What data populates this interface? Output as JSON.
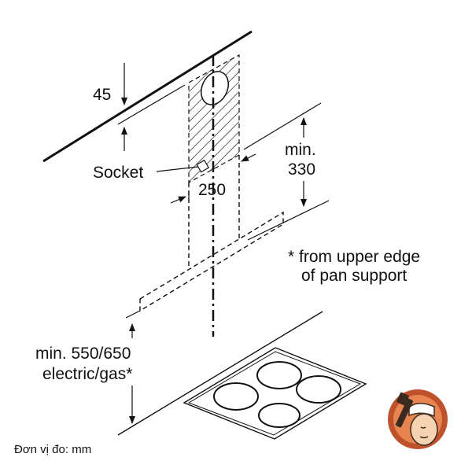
{
  "labels": {
    "dim_45": "45",
    "socket": "Socket",
    "dim_250": "250",
    "min_330_line1": "min.",
    "min_330_line2": "330",
    "footnote_line1": "* from upper edge",
    "footnote_line2": "of pan support",
    "min_550_line1": "min. 550/650",
    "min_550_line2": "electric/gas*"
  },
  "unit_note": "Đơn vị đo: mm",
  "logo": {
    "description": "chef-with-spatula-logo",
    "colors": {
      "ring": "#c0512d",
      "inner": "#e8844f",
      "face": "#f6d3b0",
      "dark": "#3a2a20"
    }
  },
  "colors": {
    "line": "#111111",
    "background": "#ffffff"
  }
}
